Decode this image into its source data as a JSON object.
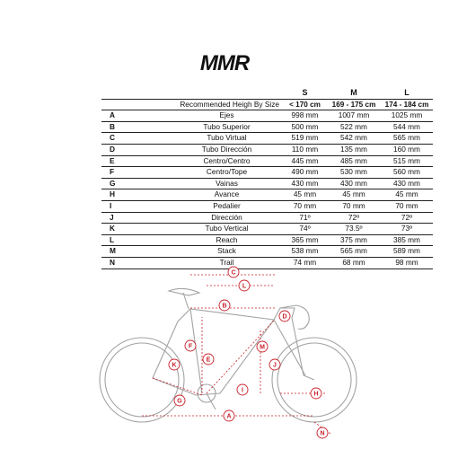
{
  "brand": "MMR",
  "table": {
    "sizes": [
      "S",
      "M",
      "L"
    ],
    "recommended": {
      "label": "Recommended Heigh By Size",
      "values": [
        "< 170 cm",
        "169 - 175 cm",
        "174 - 184 cm"
      ]
    },
    "rows": [
      {
        "letter": "A",
        "name": "Ejes",
        "s": "998 mm",
        "m": "1007 mm",
        "l": "1025 mm"
      },
      {
        "letter": "B",
        "name": "Tubo Superior",
        "s": "500 mm",
        "m": "522 mm",
        "l": "544 mm"
      },
      {
        "letter": "C",
        "name": "Tubo Virtual",
        "s": "519 mm",
        "m": "542 mm",
        "l": "565 mm"
      },
      {
        "letter": "D",
        "name": "Tubo Dirección",
        "s": "110 mm",
        "m": "135 mm",
        "l": "160 mm"
      },
      {
        "letter": "E",
        "name": "Centro/Centro",
        "s": "445 mm",
        "m": "485 mm",
        "l": "515 mm"
      },
      {
        "letter": "F",
        "name": "Centro/Tope",
        "s": "490 mm",
        "m": "530 mm",
        "l": "560 mm"
      },
      {
        "letter": "G",
        "name": "Vainas",
        "s": "430 mm",
        "m": "430 mm",
        "l": "430 mm"
      },
      {
        "letter": "H",
        "name": "Avance",
        "s": "45 mm",
        "m": "45 mm",
        "l": "45 mm"
      },
      {
        "letter": "I",
        "name": "Pedalier",
        "s": "70 mm",
        "m": "70 mm",
        "l": "70 mm"
      },
      {
        "letter": "J",
        "name": "Dirección",
        "s": "71º",
        "m": "72º",
        "l": "72º"
      },
      {
        "letter": "K",
        "name": "Tubo Vertical",
        "s": "74º",
        "m": "73.5º",
        "l": "73º"
      },
      {
        "letter": "L",
        "name": "Reach",
        "s": "365 mm",
        "m": "375 mm",
        "l": "385 mm"
      },
      {
        "letter": "M",
        "name": "Stack",
        "s": "538 mm",
        "m": "565 mm",
        "l": "589 mm"
      },
      {
        "letter": "N",
        "name": "Trail",
        "s": "74 mm",
        "m": "68 mm",
        "l": "98 mm"
      }
    ]
  },
  "diagram": {
    "labels": [
      "A",
      "B",
      "C",
      "D",
      "E",
      "F",
      "G",
      "H",
      "I",
      "J",
      "K",
      "L",
      "M",
      "N"
    ],
    "accent_color": "#c8202a",
    "frame_color": "#9a9a9a"
  }
}
